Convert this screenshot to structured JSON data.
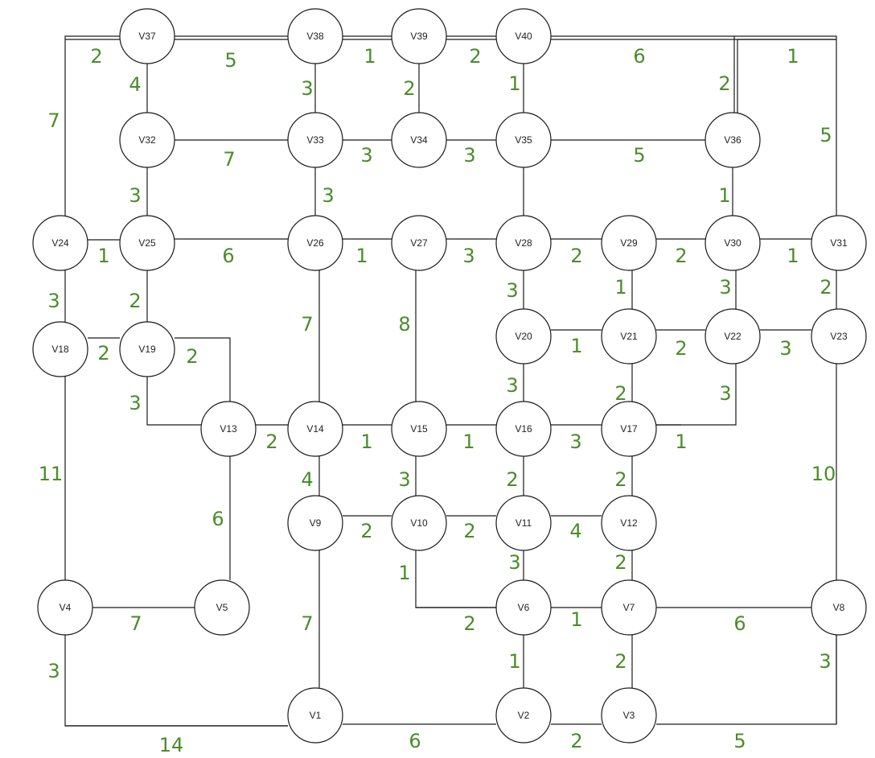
{
  "colors": {
    "weight": "#4a8c2a",
    "edge": "#1a1a1a",
    "node_fill": "#ffffff"
  },
  "nodes": [
    "V1",
    "V2",
    "V3",
    "V4",
    "V5",
    "V6",
    "V7",
    "V8",
    "V9",
    "V10",
    "V11",
    "V12",
    "V13",
    "V14",
    "V15",
    "V16",
    "V17",
    "V18",
    "V19",
    "V20",
    "V21",
    "V22",
    "V23",
    "V24",
    "V25",
    "V26",
    "V27",
    "V28",
    "V29",
    "V30",
    "V31",
    "V32",
    "V33",
    "V34",
    "V35",
    "V36",
    "V37",
    "V38",
    "V39",
    "V40"
  ],
  "edges": [
    {
      "from": "V37",
      "to": "V24",
      "weight": "7"
    },
    {
      "from": "V37",
      "to": "V38",
      "weight": "5"
    },
    {
      "from": "V38",
      "to": "V39",
      "weight": "1"
    },
    {
      "from": "V39",
      "to": "V40",
      "weight": "2"
    },
    {
      "from": "V40",
      "to": "V36",
      "weight": "6"
    },
    {
      "from": "V40",
      "to": "V31",
      "weight": "5"
    },
    {
      "from": "V37",
      "to": "V32",
      "weight": "4"
    },
    {
      "from": "V38",
      "to": "V33",
      "weight": "3"
    },
    {
      "from": "V39",
      "to": "V34",
      "weight": "2"
    },
    {
      "from": "V40",
      "to": "V35",
      "weight": "1"
    },
    {
      "from": "V32",
      "to": "V33",
      "weight": "7"
    },
    {
      "from": "V33",
      "to": "V34",
      "weight": "3"
    },
    {
      "from": "V34",
      "to": "V35",
      "weight": "3"
    },
    {
      "from": "V35",
      "to": "V36",
      "weight": "5"
    },
    {
      "from": "V32",
      "to": "V25",
      "weight": "3"
    },
    {
      "from": "V33",
      "to": "V26",
      "weight": "3"
    },
    {
      "from": "V35",
      "to": "V28",
      "weight": ""
    },
    {
      "from": "V36",
      "to": "V30",
      "weight": "1"
    },
    {
      "from": "V24",
      "to": "V25",
      "weight": "1"
    },
    {
      "from": "V25",
      "to": "V26",
      "weight": "6"
    },
    {
      "from": "V26",
      "to": "V27",
      "weight": "1"
    },
    {
      "from": "V27",
      "to": "V28",
      "weight": "3"
    },
    {
      "from": "V28",
      "to": "V29",
      "weight": "2"
    },
    {
      "from": "V29",
      "to": "V30",
      "weight": "2"
    },
    {
      "from": "V30",
      "to": "V31",
      "weight": "1"
    },
    {
      "from": "V24",
      "to": "V18",
      "weight": "3"
    },
    {
      "from": "V25",
      "to": "V19",
      "weight": "2"
    },
    {
      "from": "V26",
      "to": "V14",
      "weight": "7"
    },
    {
      "from": "V27",
      "to": "V15",
      "weight": "8"
    },
    {
      "from": "V28",
      "to": "V20",
      "weight": "3"
    },
    {
      "from": "V29",
      "to": "V21",
      "weight": "1"
    },
    {
      "from": "V30",
      "to": "V22",
      "weight": "3"
    },
    {
      "from": "V31",
      "to": "V23",
      "weight": "2"
    },
    {
      "from": "V18",
      "to": "V19",
      "weight": "2"
    },
    {
      "from": "V20",
      "to": "V21",
      "weight": "1"
    },
    {
      "from": "V21",
      "to": "V22",
      "weight": "2"
    },
    {
      "from": "V22",
      "to": "V23",
      "weight": "3"
    },
    {
      "from": "V19",
      "to": "V13",
      "weight": "2"
    },
    {
      "from": "V19",
      "to": "V13",
      "weight": "3"
    },
    {
      "from": "V18",
      "to": "V4",
      "weight": "11"
    },
    {
      "from": "V20",
      "to": "V16",
      "weight": "3"
    },
    {
      "from": "V21",
      "to": "V17",
      "weight": "2"
    },
    {
      "from": "V22",
      "to": "V17",
      "weight": "3"
    },
    {
      "from": "V23",
      "to": "V8",
      "weight": "10"
    },
    {
      "from": "V13",
      "to": "V14",
      "weight": "2"
    },
    {
      "from": "V14",
      "to": "V15",
      "weight": "1"
    },
    {
      "from": "V15",
      "to": "V16",
      "weight": "1"
    },
    {
      "from": "V16",
      "to": "V17",
      "weight": "3"
    },
    {
      "from": "V17",
      "to": "V31",
      "weight": "1"
    },
    {
      "from": "V13",
      "to": "V5",
      "weight": "6"
    },
    {
      "from": "V14",
      "to": "V9",
      "weight": "4"
    },
    {
      "from": "V15",
      "to": "V10",
      "weight": "3"
    },
    {
      "from": "V16",
      "to": "V11",
      "weight": "2"
    },
    {
      "from": "V17",
      "to": "V12",
      "weight": "2"
    },
    {
      "from": "V9",
      "to": "V10",
      "weight": "2"
    },
    {
      "from": "V10",
      "to": "V11",
      "weight": "2"
    },
    {
      "from": "V11",
      "to": "V12",
      "weight": "4"
    },
    {
      "from": "V10",
      "to": "V6",
      "weight": "1"
    },
    {
      "from": "V10",
      "to": "V6",
      "weight": "2"
    },
    {
      "from": "V11",
      "to": "V6",
      "weight": "3"
    },
    {
      "from": "V12",
      "to": "V7",
      "weight": "2"
    },
    {
      "from": "V4",
      "to": "V5",
      "weight": "7"
    },
    {
      "from": "V6",
      "to": "V7",
      "weight": "1"
    },
    {
      "from": "V7",
      "to": "V8",
      "weight": "6"
    },
    {
      "from": "V9",
      "to": "V1",
      "weight": "7"
    },
    {
      "from": "V6",
      "to": "V2",
      "weight": "1"
    },
    {
      "from": "V7",
      "to": "V3",
      "weight": "2"
    },
    {
      "from": "V4",
      "to": "V1",
      "weight": "3"
    },
    {
      "from": "V4",
      "to": "V1",
      "weight": "14"
    },
    {
      "from": "V1",
      "to": "V2",
      "weight": "6"
    },
    {
      "from": "V2",
      "to": "V3",
      "weight": "2"
    },
    {
      "from": "V3",
      "to": "V8",
      "weight": "5"
    },
    {
      "from": "V8",
      "to": "V31",
      "weight": "3"
    },
    {
      "from": "V37",
      "to": "V40",
      "weight": "2"
    },
    {
      "from": "V31",
      "to": "V36",
      "weight": "1"
    },
    {
      "from": "V36",
      "to": "V40",
      "weight": "2"
    }
  ]
}
